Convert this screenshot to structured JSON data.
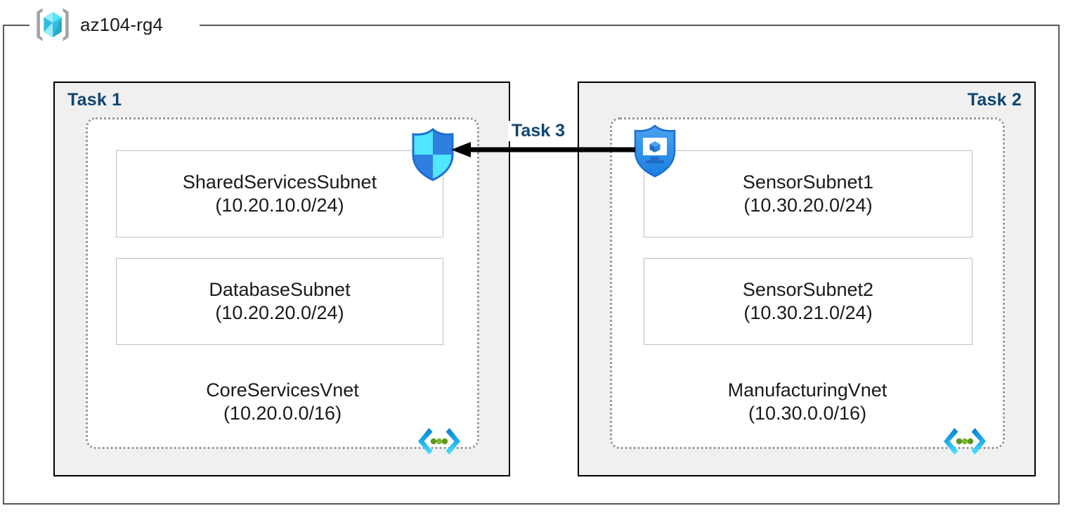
{
  "resource_group": {
    "title": "az104-rg4",
    "icon": "resource-group-cube-icon"
  },
  "colors": {
    "task_label": "#0f4571",
    "task_box_fill": "#f0f0f0",
    "task_box_border": "#000000",
    "frame_border": "#58595b",
    "vnet_border": "#9b9b9b",
    "subnet_border": "#bfbfbf",
    "text": "#1a1a1a",
    "arrow": "#000000",
    "azure_blue": "#0078d4",
    "azure_cyan": "#50e6ff",
    "vnet_dot_green": "#5e9624"
  },
  "tasks": [
    {
      "id": "task1",
      "label": "Task 1",
      "align": "left"
    },
    {
      "id": "task2",
      "label": "Task 2",
      "align": "right"
    },
    {
      "id": "task3",
      "label": "Task 3",
      "align": "center"
    }
  ],
  "vnets": [
    {
      "id": "core-services-vnet",
      "name": "CoreServicesVnet",
      "cidr": "(10.20.0.0/16)",
      "icon": "virtual-network-icon",
      "subnets": [
        {
          "id": "shared-services-subnet",
          "name": "SharedServicesSubnet",
          "cidr": "(10.20.10.0/24)"
        },
        {
          "id": "database-subnet",
          "name": "DatabaseSubnet",
          "cidr": "(10.20.20.0/24)"
        }
      ]
    },
    {
      "id": "manufacturing-vnet",
      "name": "ManufacturingVnet",
      "cidr": "(10.30.0.0/16)",
      "icon": "virtual-network-icon",
      "subnets": [
        {
          "id": "sensor-subnet-1",
          "name": "SensorSubnet1",
          "cidr": "(10.30.20.0/24)"
        },
        {
          "id": "sensor-subnet-2",
          "name": "SensorSubnet2",
          "cidr": "(10.30.21.0/24)"
        }
      ]
    }
  ],
  "icons": {
    "firewall_shield": "shield-quadrant-icon",
    "bastion_shield": "bastion-shield-monitor-icon",
    "peering_arrow": "left-arrow-icon"
  }
}
